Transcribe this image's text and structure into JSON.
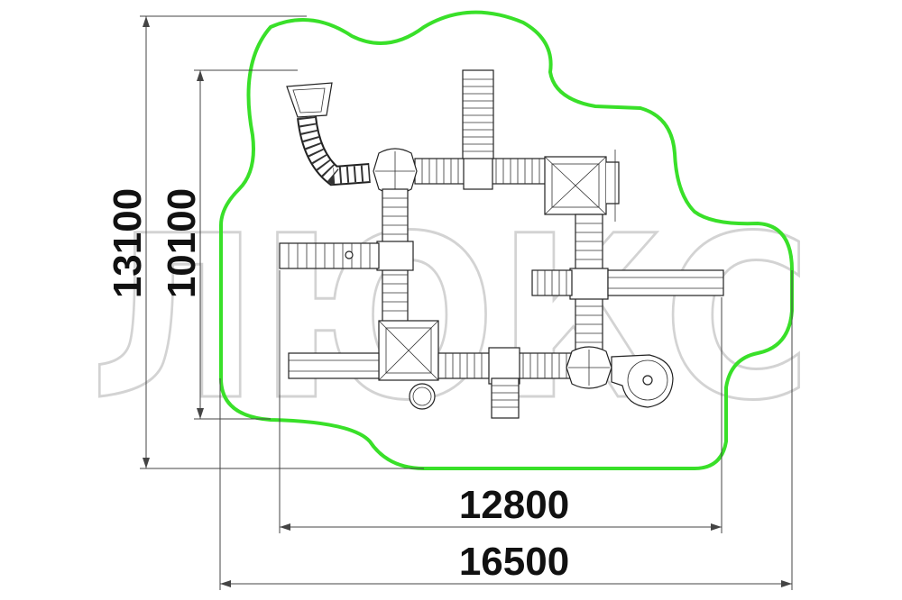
{
  "dimensions": {
    "outer_height": "13100",
    "inner_height": "10100",
    "inner_width": "12800",
    "outer_width": "16500"
  },
  "watermark": {
    "text": "ЛЮКС"
  },
  "colors": {
    "safety_zone": "#39e029",
    "line": "#222222",
    "watermark": "#cfcfcf"
  }
}
